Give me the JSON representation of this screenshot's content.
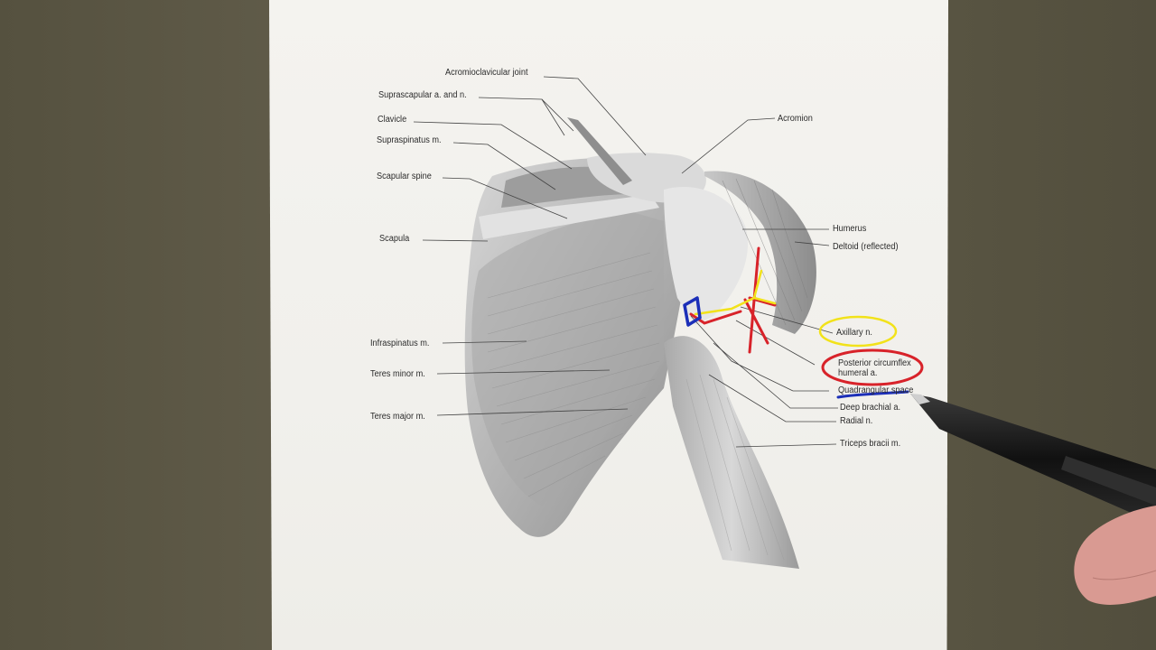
{
  "labels": {
    "acromioclavicular_joint": "Acromioclavicular joint",
    "suprascapular": "Suprascapular a. and n.",
    "clavicle": "Clavicle",
    "supraspinatus": "Supraspinatus m.",
    "scapular_spine": "Scapular spine",
    "scapula": "Scapula",
    "infraspinatus": "Infraspinatus m.",
    "teres_minor": "Teres minor m.",
    "teres_major": "Teres major m.",
    "acromion": "Acromion",
    "humerus": "Humerus",
    "deltoid": "Deltoid (reflected)",
    "axillary": "Axillary n.",
    "posterior_circumflex": "Posterior circumflex humeral a.",
    "quadrangular": "Quadrangular space",
    "deep_brachial": "Deep brachial a.",
    "radial": "Radial n.",
    "triceps": "Triceps bracii m."
  },
  "colors": {
    "desk": "#5e5a48",
    "paper": "#f2f1ed",
    "highlight_yellow": "#f2e21a",
    "highlight_red": "#d8232a",
    "highlight_blue": "#1c2fb8",
    "pen": "#1b1b1b",
    "hand": "#d99a92"
  }
}
